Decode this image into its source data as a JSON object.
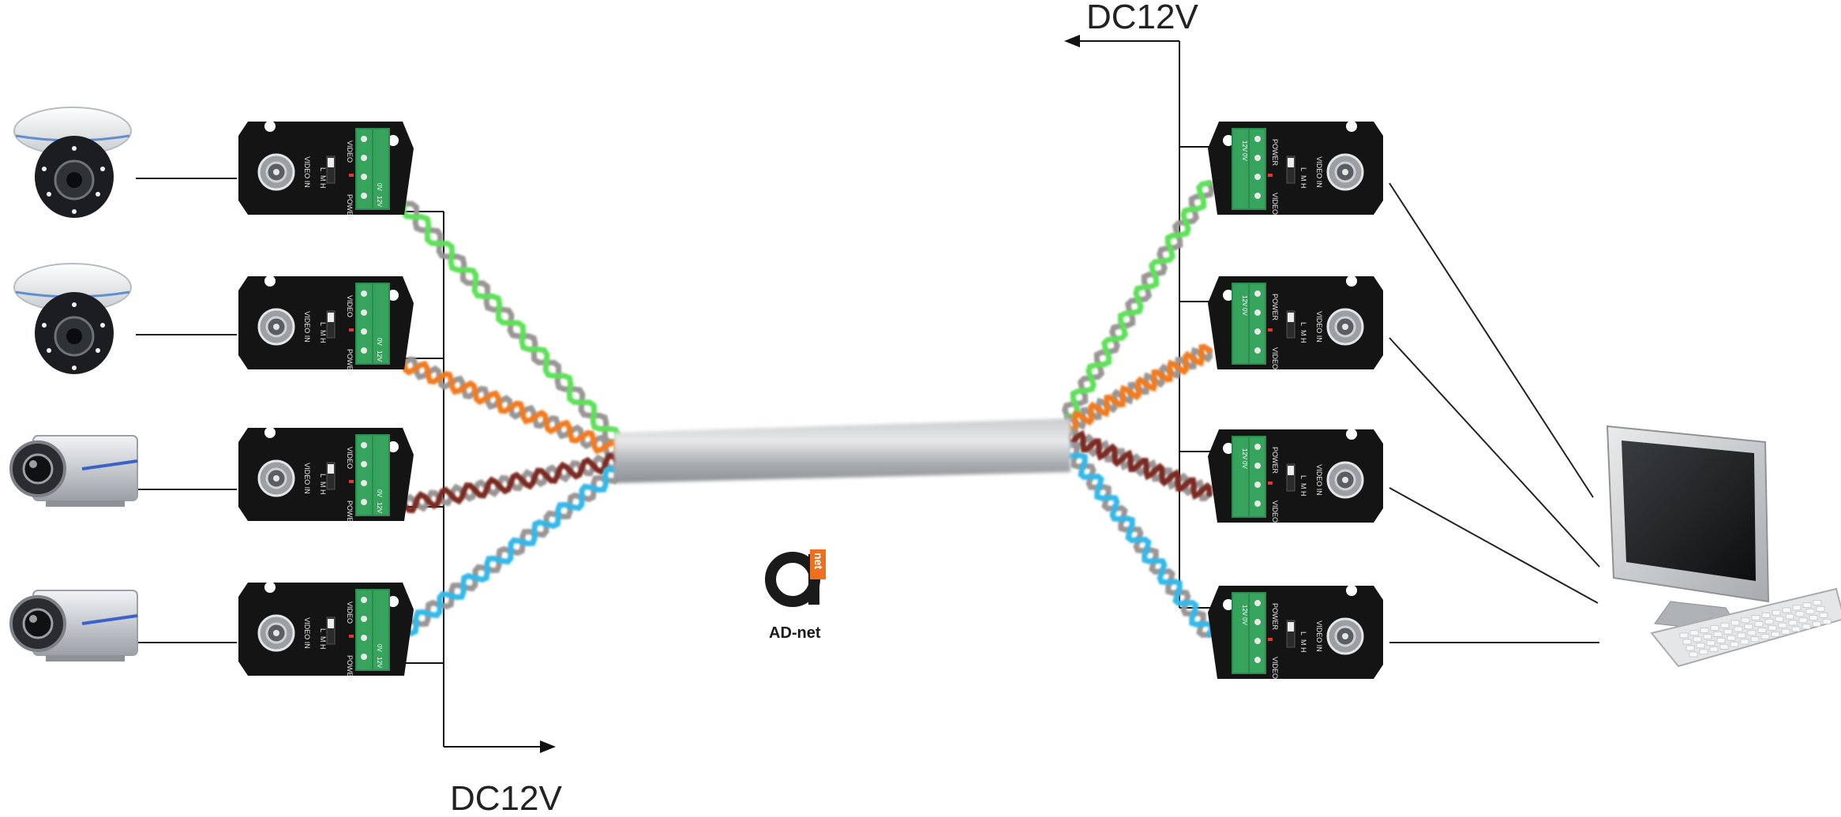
{
  "power_label_top": "DC12V",
  "power_label_bottom": "DC12V",
  "logo": {
    "letter": "a",
    "tag": "net",
    "name": "AD-net",
    "color": "#ee6f1e"
  },
  "device": {
    "video_in": "VIDEO IN",
    "video": "VIDEO",
    "power": "POWER",
    "switch_l": "L",
    "switch_m": "M",
    "switch_h": "H",
    "terminal_12v": "12V",
    "terminal_gnd": "0V"
  },
  "pair_colors": [
    "#5ee05a",
    "#f07c24",
    "#7a2a24",
    "#34b8e8"
  ],
  "cameras": [
    {
      "type": "dome-camera"
    },
    {
      "type": "dome-camera"
    },
    {
      "type": "box-camera"
    },
    {
      "type": "box-camera"
    }
  ],
  "monitor": {
    "type": "pc-monitor-keyboard"
  }
}
